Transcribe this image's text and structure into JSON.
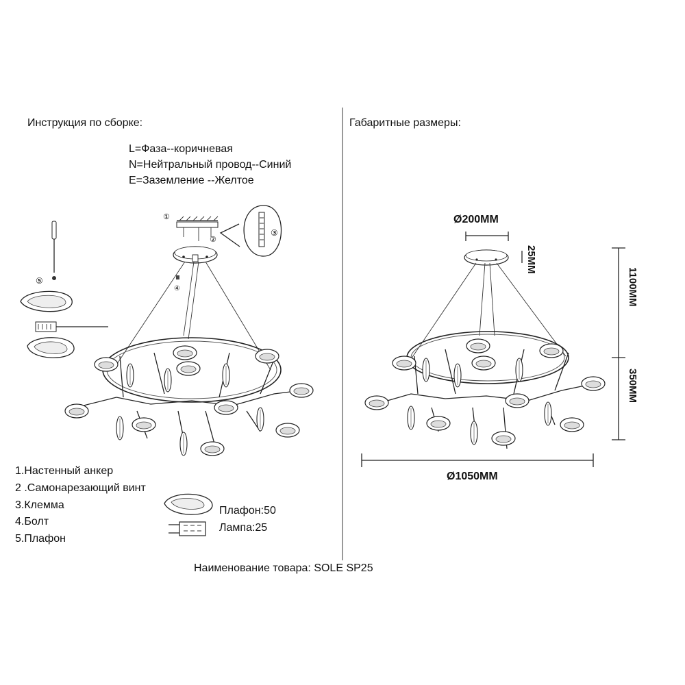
{
  "left_panel": {
    "heading": "Инструкция по сборке:",
    "wiring": [
      "L=Фаза--коричневая",
      "N=Нейтральный провод--Синий",
      "E=Заземление --Желтое"
    ],
    "callouts": [
      "①",
      "②",
      "③",
      "④",
      "⑤"
    ],
    "parts": [
      "1.Настенный анкер",
      "2 .Самонарезающий винт",
      "3.Клемма",
      "4.Болт",
      "5.Плафон"
    ],
    "quantities": {
      "shade": "Плафон:50",
      "lamp": "Лампа:25"
    }
  },
  "right_panel": {
    "heading": "Габаритные размеры:",
    "dimensions": {
      "canopy_diameter": "Ø200MM",
      "canopy_height": "25MM",
      "total_height": "1100MM",
      "body_height": "350MM",
      "ring_diameter": "Ø1050MM"
    }
  },
  "footer": {
    "product_name": "Наименование товара: SOLE SP25"
  }
}
